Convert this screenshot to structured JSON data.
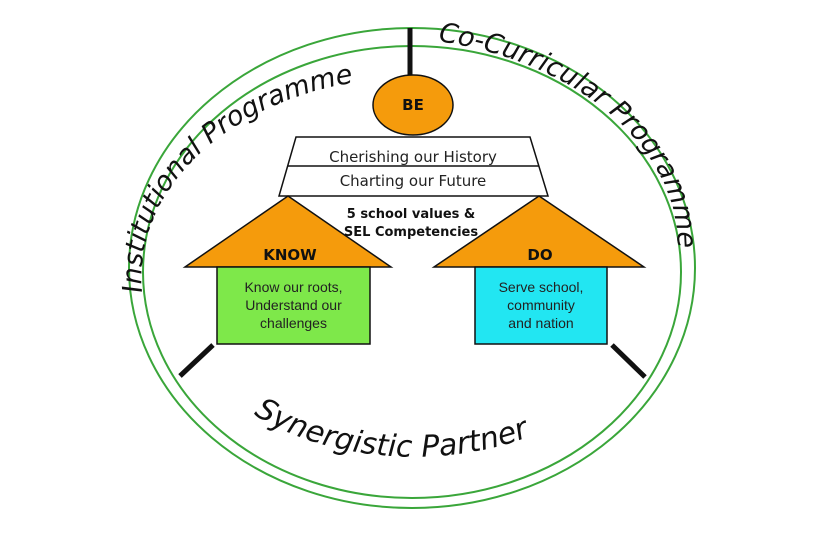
{
  "diagram": {
    "arc_labels": {
      "top_left": "Institutional Programme",
      "top_right": "Co-Curricular Programme",
      "bottom": "Synergistic Partner"
    },
    "be_label": "BE",
    "banner": {
      "line1": "Cherishing our History",
      "line2": "Charting our Future"
    },
    "values": {
      "line1": "5 school values &",
      "line2": "SEL Competencies"
    },
    "know": {
      "label": "KNOW",
      "lines": [
        "Know our roots,",
        "Understand our",
        "challenges"
      ]
    },
    "do": {
      "label": "DO",
      "lines": [
        "Serve school,",
        "community",
        "and nation"
      ]
    },
    "colors": {
      "ring": "#3aa63a",
      "orange": "#f59b0c",
      "know_box": "#7ee84a",
      "do_box": "#22e6f2",
      "outline": "#111111"
    }
  }
}
